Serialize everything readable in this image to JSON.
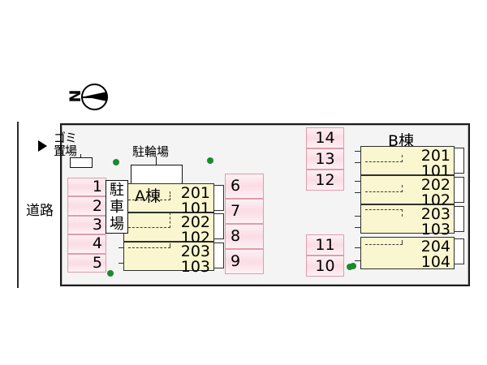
{
  "compass": {
    "north_label": "N",
    "name": "north-arrow"
  },
  "road": {
    "label": "道路"
  },
  "entrance": {
    "arrow": "▶"
  },
  "facilities": {
    "garbage": {
      "line1": "ゴミ",
      "line2": "置場"
    },
    "bicycle_parking": {
      "label": "駐輪場"
    },
    "parking_lot": {
      "label_chars": [
        "駐",
        "車",
        "場"
      ]
    }
  },
  "parking": {
    "west_column": [
      {
        "number": "1"
      },
      {
        "number": "2"
      },
      {
        "number": "3"
      },
      {
        "number": "4"
      },
      {
        "number": "5"
      }
    ],
    "center_column": [
      {
        "number": "6"
      },
      {
        "number": "7"
      },
      {
        "number": "8"
      },
      {
        "number": "9"
      }
    ],
    "east_upper_column": [
      {
        "number": "14"
      },
      {
        "number": "13"
      },
      {
        "number": "12"
      }
    ],
    "east_lower_column": [
      {
        "number": "11"
      },
      {
        "number": "10"
      }
    ]
  },
  "buildings": [
    {
      "title": "A棟",
      "name": "building-a",
      "units": [
        {
          "upper": "201",
          "lower": "101"
        },
        {
          "upper": "202",
          "lower": "102"
        },
        {
          "upper": "203",
          "lower": "103"
        }
      ]
    },
    {
      "title": "B棟",
      "name": "building-b",
      "units": [
        {
          "upper": "201",
          "lower": "101"
        },
        {
          "upper": "202",
          "lower": "102"
        },
        {
          "upper": "203",
          "lower": "103"
        },
        {
          "upper": "204",
          "lower": "104"
        }
      ]
    }
  ],
  "colors": {
    "building_fill": "#faf6cf",
    "parking_fill": "#fbdde5",
    "parking_border": "#e59aa9",
    "site_fill": "#f4f4f4",
    "marker_green": "#1b8a2e",
    "outline": "#1a1a1a"
  }
}
